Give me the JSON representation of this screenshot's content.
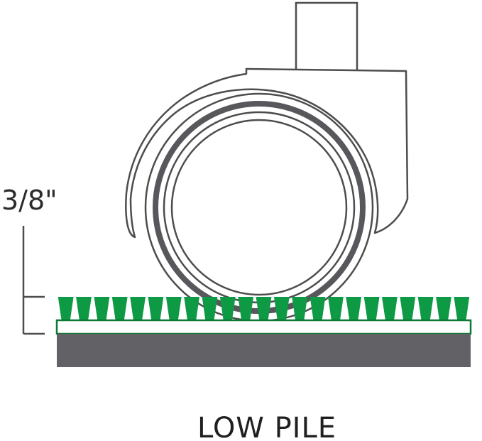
{
  "measurement_label": "3/8\"",
  "caption": "LOW PILE",
  "pile_tuft_count": 23,
  "colors": {
    "pile_green": "#0e9a45",
    "pile_green_dark": "#0a7a36",
    "backing_gray": "#626266",
    "outline": "#4d4d4d",
    "wheel_band": "#58585c"
  }
}
